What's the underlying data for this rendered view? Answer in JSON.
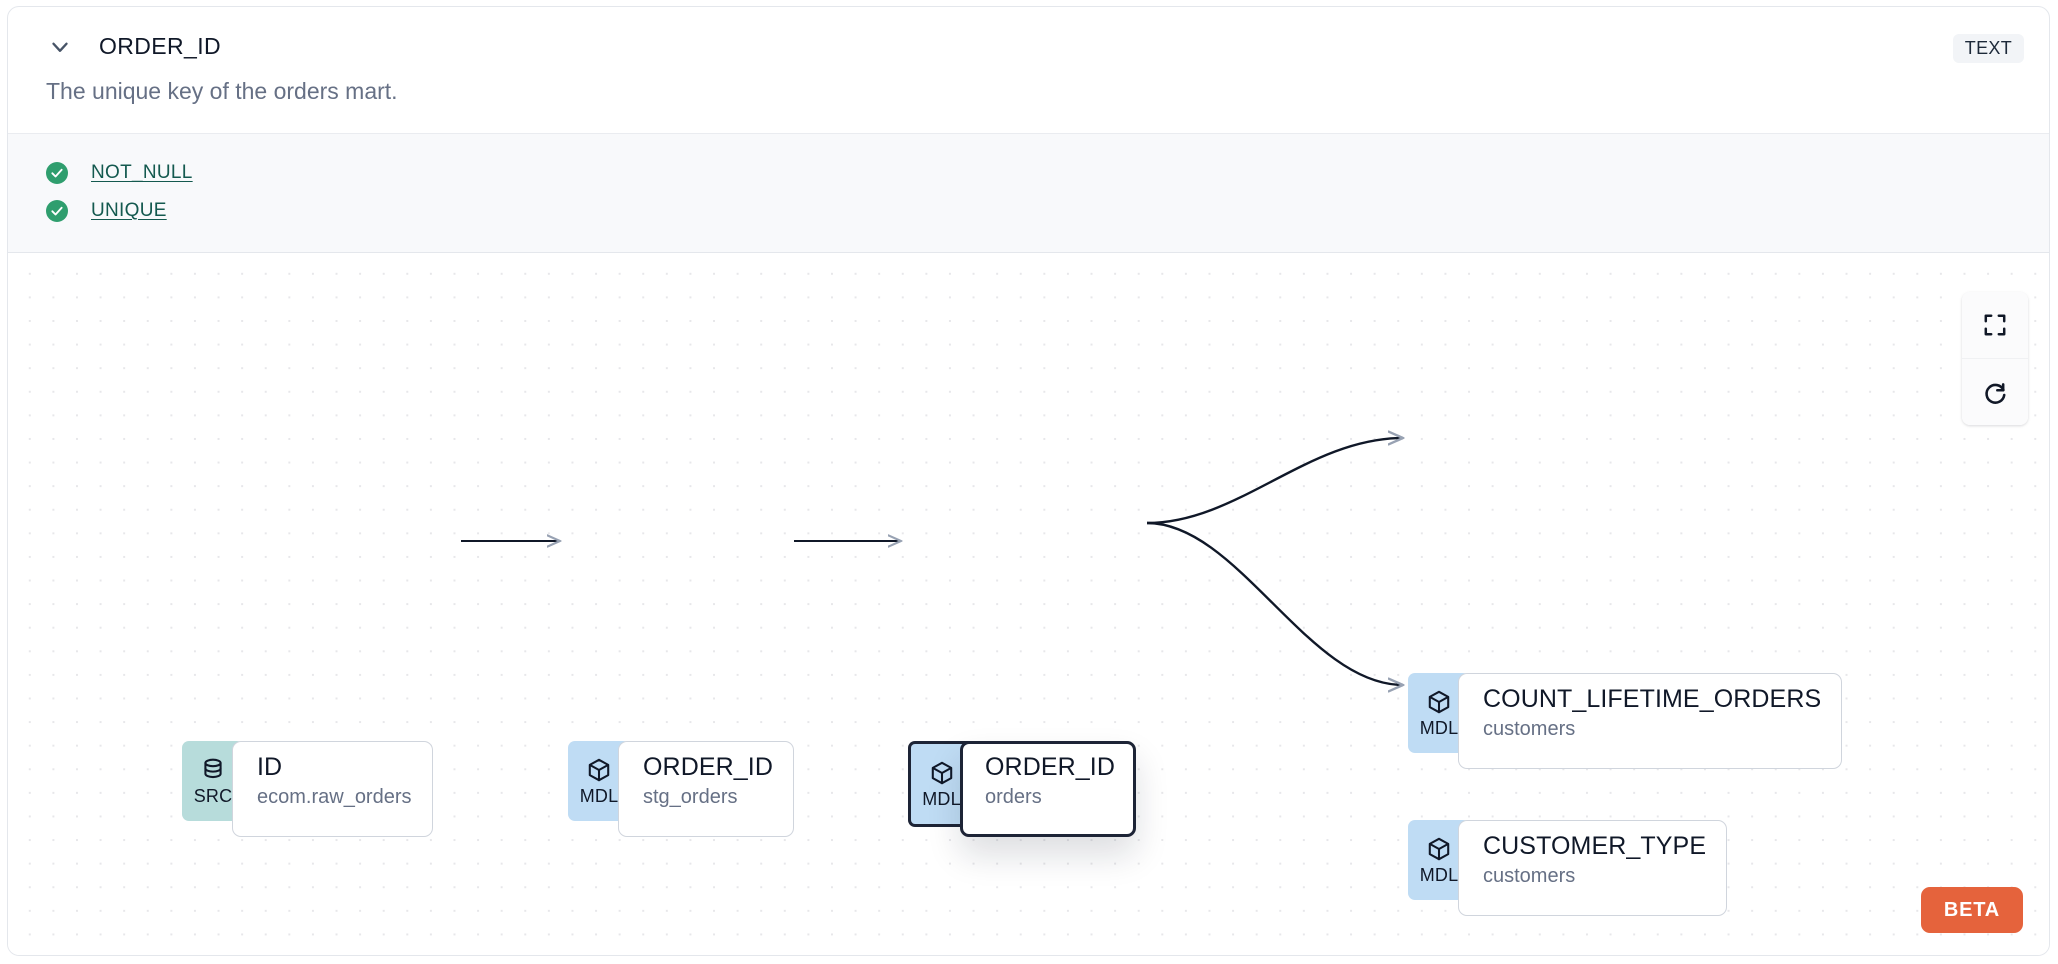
{
  "header": {
    "chevron_icon": "chevron-down-icon",
    "column_name": "ORDER_ID",
    "data_type": "TEXT"
  },
  "description": "The unique key of the orders mart.",
  "tests": [
    {
      "status_icon": "check-circle-icon",
      "label": "NOT_NULL",
      "status": "passed"
    },
    {
      "status_icon": "check-circle-icon",
      "label": "UNIQUE",
      "status": "passed"
    }
  ],
  "lineage": {
    "controls": [
      {
        "icon": "fit-view-icon",
        "name": "fit-view-button"
      },
      {
        "icon": "reset-icon",
        "name": "reset-button"
      }
    ],
    "beta_label": "BETA",
    "nodes": [
      {
        "badge": "SRC",
        "badge_icon": "database-icon",
        "name": "ID",
        "source": "ecom.raw_orders",
        "selected": false
      },
      {
        "badge": "MDL",
        "badge_icon": "cube-icon",
        "name": "ORDER_ID",
        "source": "stg_orders",
        "selected": false
      },
      {
        "badge": "MDL",
        "badge_icon": "cube-icon",
        "name": "ORDER_ID",
        "source": "orders",
        "selected": true
      },
      {
        "badge": "MDL",
        "badge_icon": "cube-icon",
        "name": "COUNT_LIFETIME_ORDERS",
        "source": "customers",
        "selected": false
      },
      {
        "badge": "MDL",
        "badge_icon": "cube-icon",
        "name": "CUSTOMER_TYPE",
        "source": "customers",
        "selected": false
      }
    ]
  },
  "colors": {
    "src_badge": "#b7dcdb",
    "mdl_badge": "#bfdcf4",
    "test_pass": "#2f9e6e",
    "test_link": "#14594f",
    "beta": "#e5633c",
    "selected_border": "#1d2436"
  }
}
